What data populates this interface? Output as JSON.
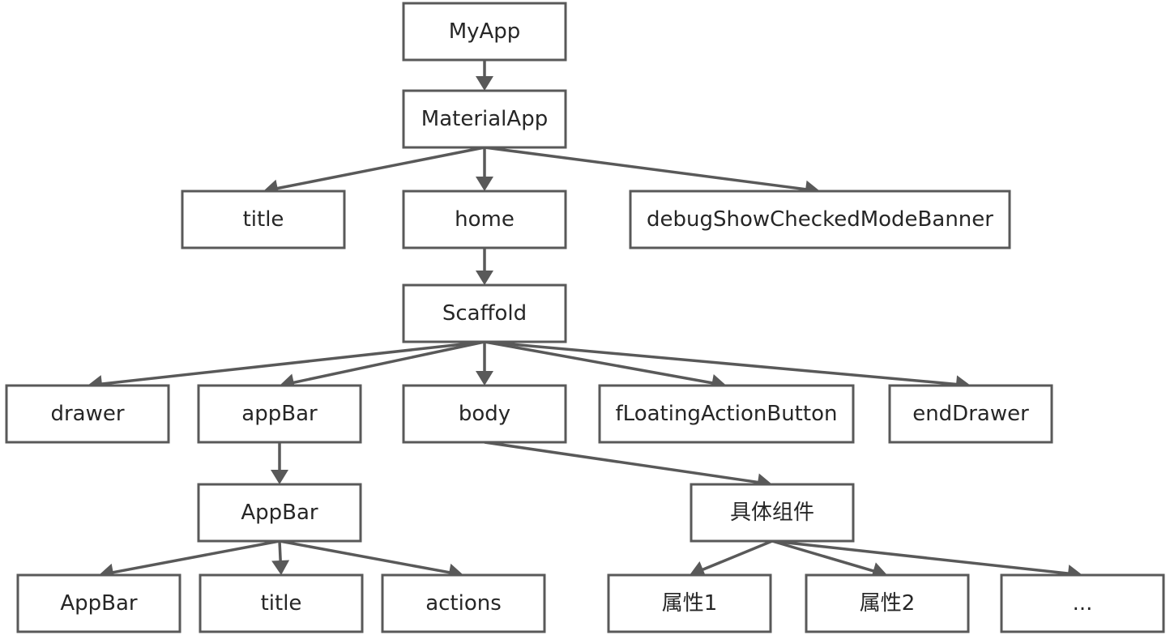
{
  "nodes": [
    {
      "id": "myapp",
      "label": "MyApp"
    },
    {
      "id": "materialapp",
      "label": "MaterialApp"
    },
    {
      "id": "title1",
      "label": "title"
    },
    {
      "id": "home",
      "label": "home"
    },
    {
      "id": "debug",
      "label": "debugShowCheckedModeBanner"
    },
    {
      "id": "scaffold",
      "label": "Scaffold"
    },
    {
      "id": "drawer",
      "label": "drawer"
    },
    {
      "id": "appbar_prop",
      "label": "appBar"
    },
    {
      "id": "body",
      "label": "body"
    },
    {
      "id": "fab",
      "label": "fLoatingActionButton"
    },
    {
      "id": "enddrawer",
      "label": "endDrawer"
    },
    {
      "id": "appbar_widget",
      "label": "AppBar"
    },
    {
      "id": "widget",
      "label": "具体组件"
    },
    {
      "id": "appbar_leaf",
      "label": "AppBar"
    },
    {
      "id": "title2",
      "label": "title"
    },
    {
      "id": "actions",
      "label": "actions"
    },
    {
      "id": "prop1",
      "label": "属性1"
    },
    {
      "id": "prop2",
      "label": "属性2"
    },
    {
      "id": "more",
      "label": "..."
    }
  ],
  "edges": [
    [
      "myapp",
      "materialapp"
    ],
    [
      "materialapp",
      "title1"
    ],
    [
      "materialapp",
      "home"
    ],
    [
      "materialapp",
      "debug"
    ],
    [
      "home",
      "scaffold"
    ],
    [
      "scaffold",
      "drawer"
    ],
    [
      "scaffold",
      "appbar_prop"
    ],
    [
      "scaffold",
      "body"
    ],
    [
      "scaffold",
      "fab"
    ],
    [
      "scaffold",
      "enddrawer"
    ],
    [
      "appbar_prop",
      "appbar_widget"
    ],
    [
      "body",
      "widget"
    ],
    [
      "appbar_widget",
      "appbar_leaf"
    ],
    [
      "appbar_widget",
      "title2"
    ],
    [
      "appbar_widget",
      "actions"
    ],
    [
      "widget",
      "prop1"
    ],
    [
      "widget",
      "prop2"
    ],
    [
      "widget",
      "more"
    ]
  ]
}
